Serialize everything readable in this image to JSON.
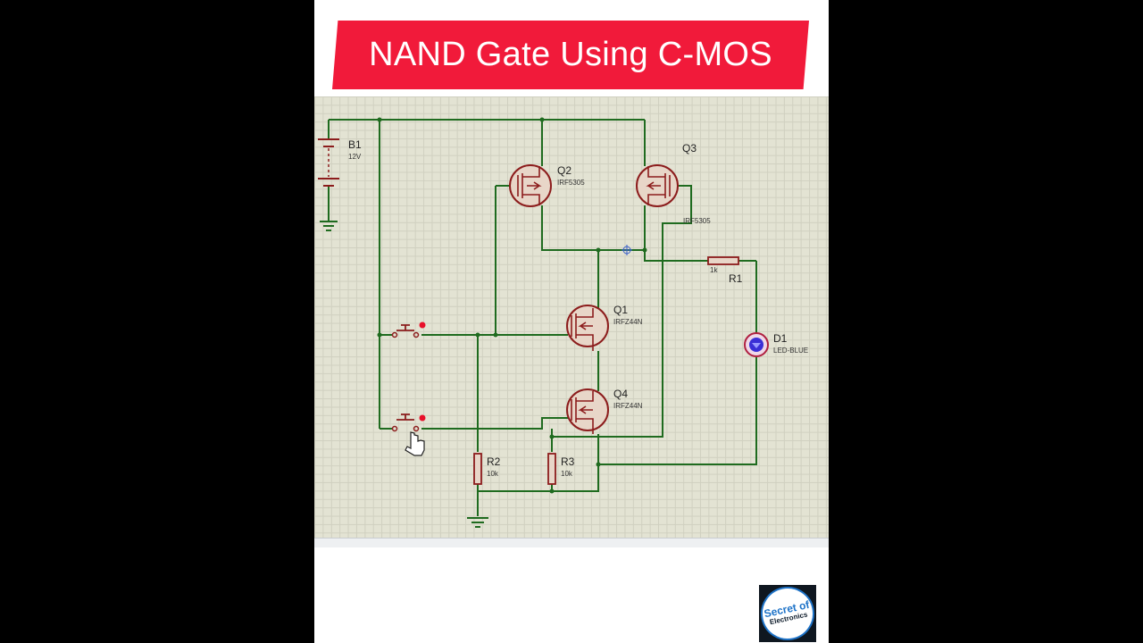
{
  "title": "NAND Gate Using C-MOS",
  "colors": {
    "banner": "#f11a3a",
    "wire": "#1f6b1f",
    "component": "#8c1c1c",
    "led": "#3a2fd6",
    "grid_bg": "#e3e3d3"
  },
  "components": {
    "b1": {
      "ref": "B1",
      "value": "12V"
    },
    "q1": {
      "ref": "Q1",
      "value": "IRFZ44N"
    },
    "q2": {
      "ref": "Q2",
      "value": "IRF5305"
    },
    "q3": {
      "ref": "Q3",
      "value": "IRF5305"
    },
    "q4": {
      "ref": "Q4",
      "value": "IRFZ44N"
    },
    "r1": {
      "ref": "R1",
      "value": "1k"
    },
    "r2": {
      "ref": "R2",
      "value": "10k"
    },
    "r3": {
      "ref": "R3",
      "value": "10k"
    },
    "d1": {
      "ref": "D1",
      "value": "LED-BLUE"
    }
  },
  "icons": {
    "cursor": "hand-pointer-icon",
    "logo": "secret-of-electronics-logo"
  },
  "logo": {
    "line1": "Secret of",
    "line2": "Electronics"
  }
}
